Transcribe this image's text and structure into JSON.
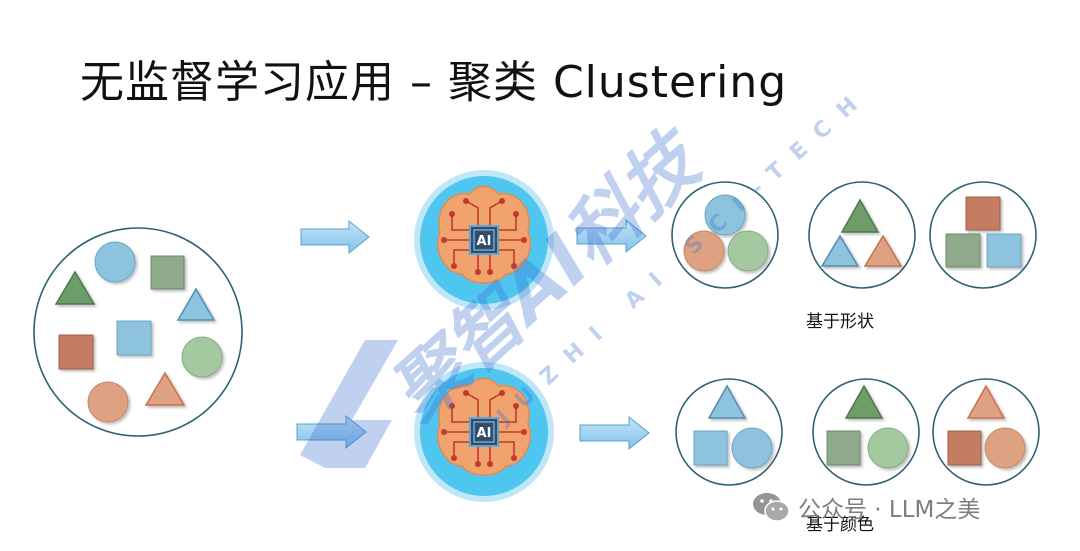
{
  "title": "无监督学习应用 – 聚类 Clustering",
  "captions": {
    "by_shape": "基于形状",
    "by_color": "基于颜色"
  },
  "center_chip_label": "AI",
  "watermark": {
    "logo_text": "聚智AI科技",
    "logo_subtext": "JUZHI AI SCI-TECH",
    "account_text": "公众号 · LLM之美"
  },
  "colors": {
    "blue": "#8dc3dc",
    "green": "#8fa98b",
    "red": "#c47c62",
    "salmon": "#dea283",
    "circle_green": "#a4c89f",
    "tri_green": "#6e9d6b",
    "arrow": "#9fd2f0",
    "brain_bg": "#4fc6f0",
    "brain": "#f1a36e"
  }
}
